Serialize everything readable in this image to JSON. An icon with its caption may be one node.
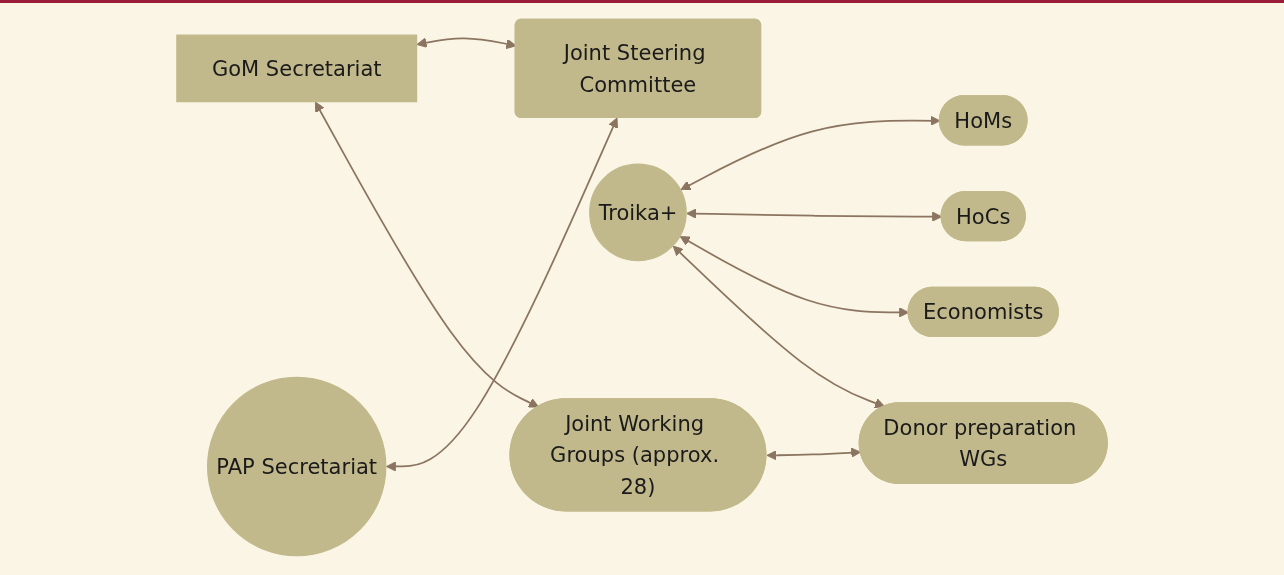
{
  "diagram": {
    "nodes": [
      {
        "text": [
          "GoM Secretariat"
        ]
      },
      {
        "text": [
          "Joint Steering Committee"
        ]
      },
      {
        "text": [
          "PAP Secretariat"
        ]
      },
      {
        "text": [
          "Troika+"
        ]
      },
      {
        "text": [
          "HoMs"
        ]
      },
      {
        "text": [
          "HoCs"
        ]
      },
      {
        "text": [
          "Economists"
        ]
      },
      {
        "text": [
          "Joint Working Groups (approx. 28)"
        ]
      },
      {
        "text": [
          "Donor preparation WGs"
        ]
      }
    ],
    "edges": [
      {
        "from": 0,
        "to": 1,
        "arrow": "both"
      },
      {
        "from": 0,
        "to": 7,
        "arrow": "both"
      },
      {
        "from": 2,
        "to": 1,
        "arrow": "both"
      },
      {
        "from": 3,
        "to": 4,
        "arrow": "both"
      },
      {
        "from": 3,
        "to": 5,
        "arrow": "both"
      },
      {
        "from": 3,
        "to": 6,
        "arrow": "both"
      },
      {
        "from": 3,
        "to": 8,
        "arrow": "both"
      },
      {
        "from": 7,
        "to": 8,
        "arrow": "both"
      }
    ]
  }
}
